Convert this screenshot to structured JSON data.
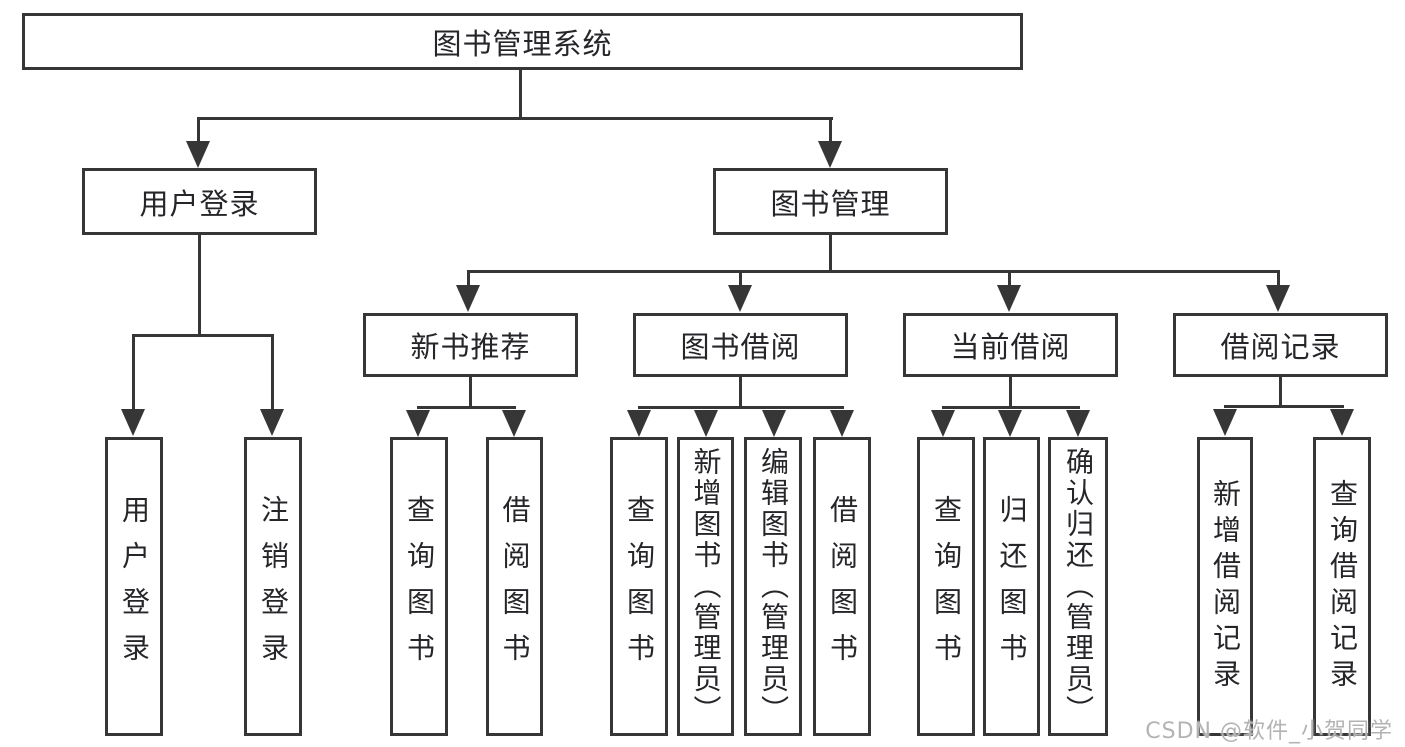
{
  "diagram": {
    "colors": {
      "line": "#363636",
      "box_border": "#363636",
      "box_fill": "#ffffff",
      "text": "#26262a",
      "watermark": "#b3b3b3",
      "background": "#ffffff"
    },
    "tree": {
      "root": {
        "label": "图书管理系统"
      },
      "branches": [
        {
          "label": "用户登录",
          "children": [
            {
              "label": "用户登录"
            },
            {
              "label": "注销登录"
            }
          ]
        },
        {
          "label": "图书管理",
          "children": [
            {
              "label": "新书推荐",
              "children": [
                {
                  "label": "查询图书"
                },
                {
                  "label": "借阅图书"
                }
              ]
            },
            {
              "label": "图书借阅",
              "children": [
                {
                  "label": "查询图书"
                },
                {
                  "label": "新增图书（管理员）"
                },
                {
                  "label": "编辑图书（管理员）"
                },
                {
                  "label": "借阅图书"
                }
              ]
            },
            {
              "label": "当前借阅",
              "children": [
                {
                  "label": "查询图书"
                },
                {
                  "label": "归还图书"
                },
                {
                  "label": "确认归还（管理员）"
                }
              ]
            },
            {
              "label": "借阅记录",
              "children": [
                {
                  "label": "新增借阅记录"
                },
                {
                  "label": "查询借阅记录"
                }
              ]
            }
          ]
        }
      ]
    },
    "watermark": {
      "text": "CSDN @软件_小贺同学"
    }
  }
}
